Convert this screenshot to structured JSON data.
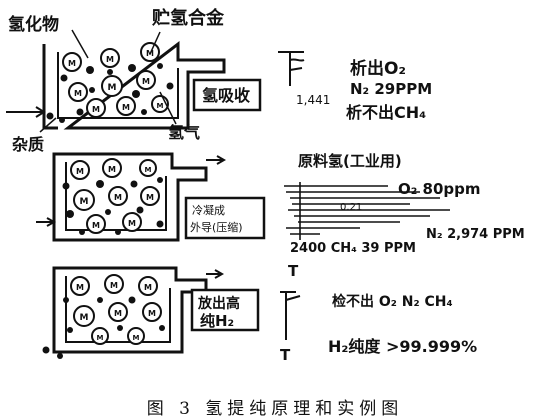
{
  "caption": "图 3   氢提纯原理和实例图",
  "labels": {
    "hydride": "氢化物",
    "alloy": "贮氢合金",
    "impurity": "杂质",
    "hydrogen": "氢气",
    "absorb": "氢吸收",
    "out1": "析出O₂",
    "out2": "N₂ 29PPM",
    "out3": "析不出CH₄",
    "flow": "1,441",
    "raw_gas": "原料氢(工业用)",
    "discharge_l1": "冷凝成",
    "discharge_l2": "外导(压缩)",
    "o2": "O₂ 80ppm",
    "marker": "0.21",
    "ch4": "2400 CH₄ 39 PPM",
    "n2": "N₂ 2,974 PPM",
    "pure_l1": "放出高",
    "pure_l2": "纯H₂",
    "result1": "检不出 O₂ N₂ CH₄",
    "result2": "H₂纯度 >99.999%",
    "t_top": "T",
    "t_bottom": "T",
    "particle": "M"
  }
}
